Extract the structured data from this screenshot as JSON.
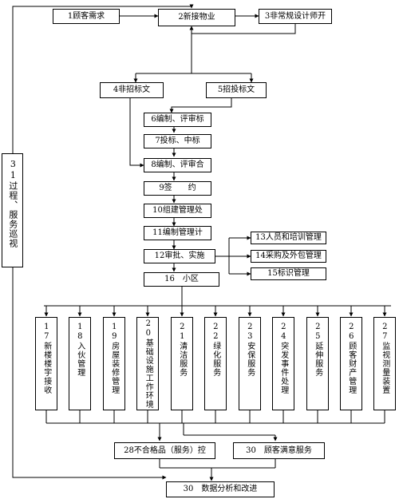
{
  "nodes": {
    "n1": "1顾客需求",
    "n2": "2新接物业",
    "n3": "3非常规设计师开",
    "n4": "4非招标文",
    "n5": "5招投标文",
    "n6": "6编制、评审标",
    "n7": "7投标、中标",
    "n8": "8编制、评审合",
    "n9": "9签　　约",
    "n10": "10组建管理处",
    "n11": "11编制管理计",
    "n12": "12审批、实施",
    "n13": "13人员和培训管理",
    "n14": "14采购及外包管理",
    "n15": "15标识管理",
    "n16": "16　小区",
    "n17": "17新楼楼宇接收",
    "n18": "18入伙管理",
    "n19": "19房屋装修管理",
    "n20": "20基础设施工作环境",
    "n21": "21清洁服务",
    "n22": "22绿化服务",
    "n23": "23安保服务",
    "n24": "24突发事件处理",
    "n25": "25延伸服务",
    "n26": "26顾客财产管理",
    "n27": "27监视测量装置",
    "n28": "28不合格品（服务）控",
    "n30a": "30　顾客满意服务",
    "n30b": "30　数据分析和改进",
    "n31": "31过程、服务巡视"
  }
}
